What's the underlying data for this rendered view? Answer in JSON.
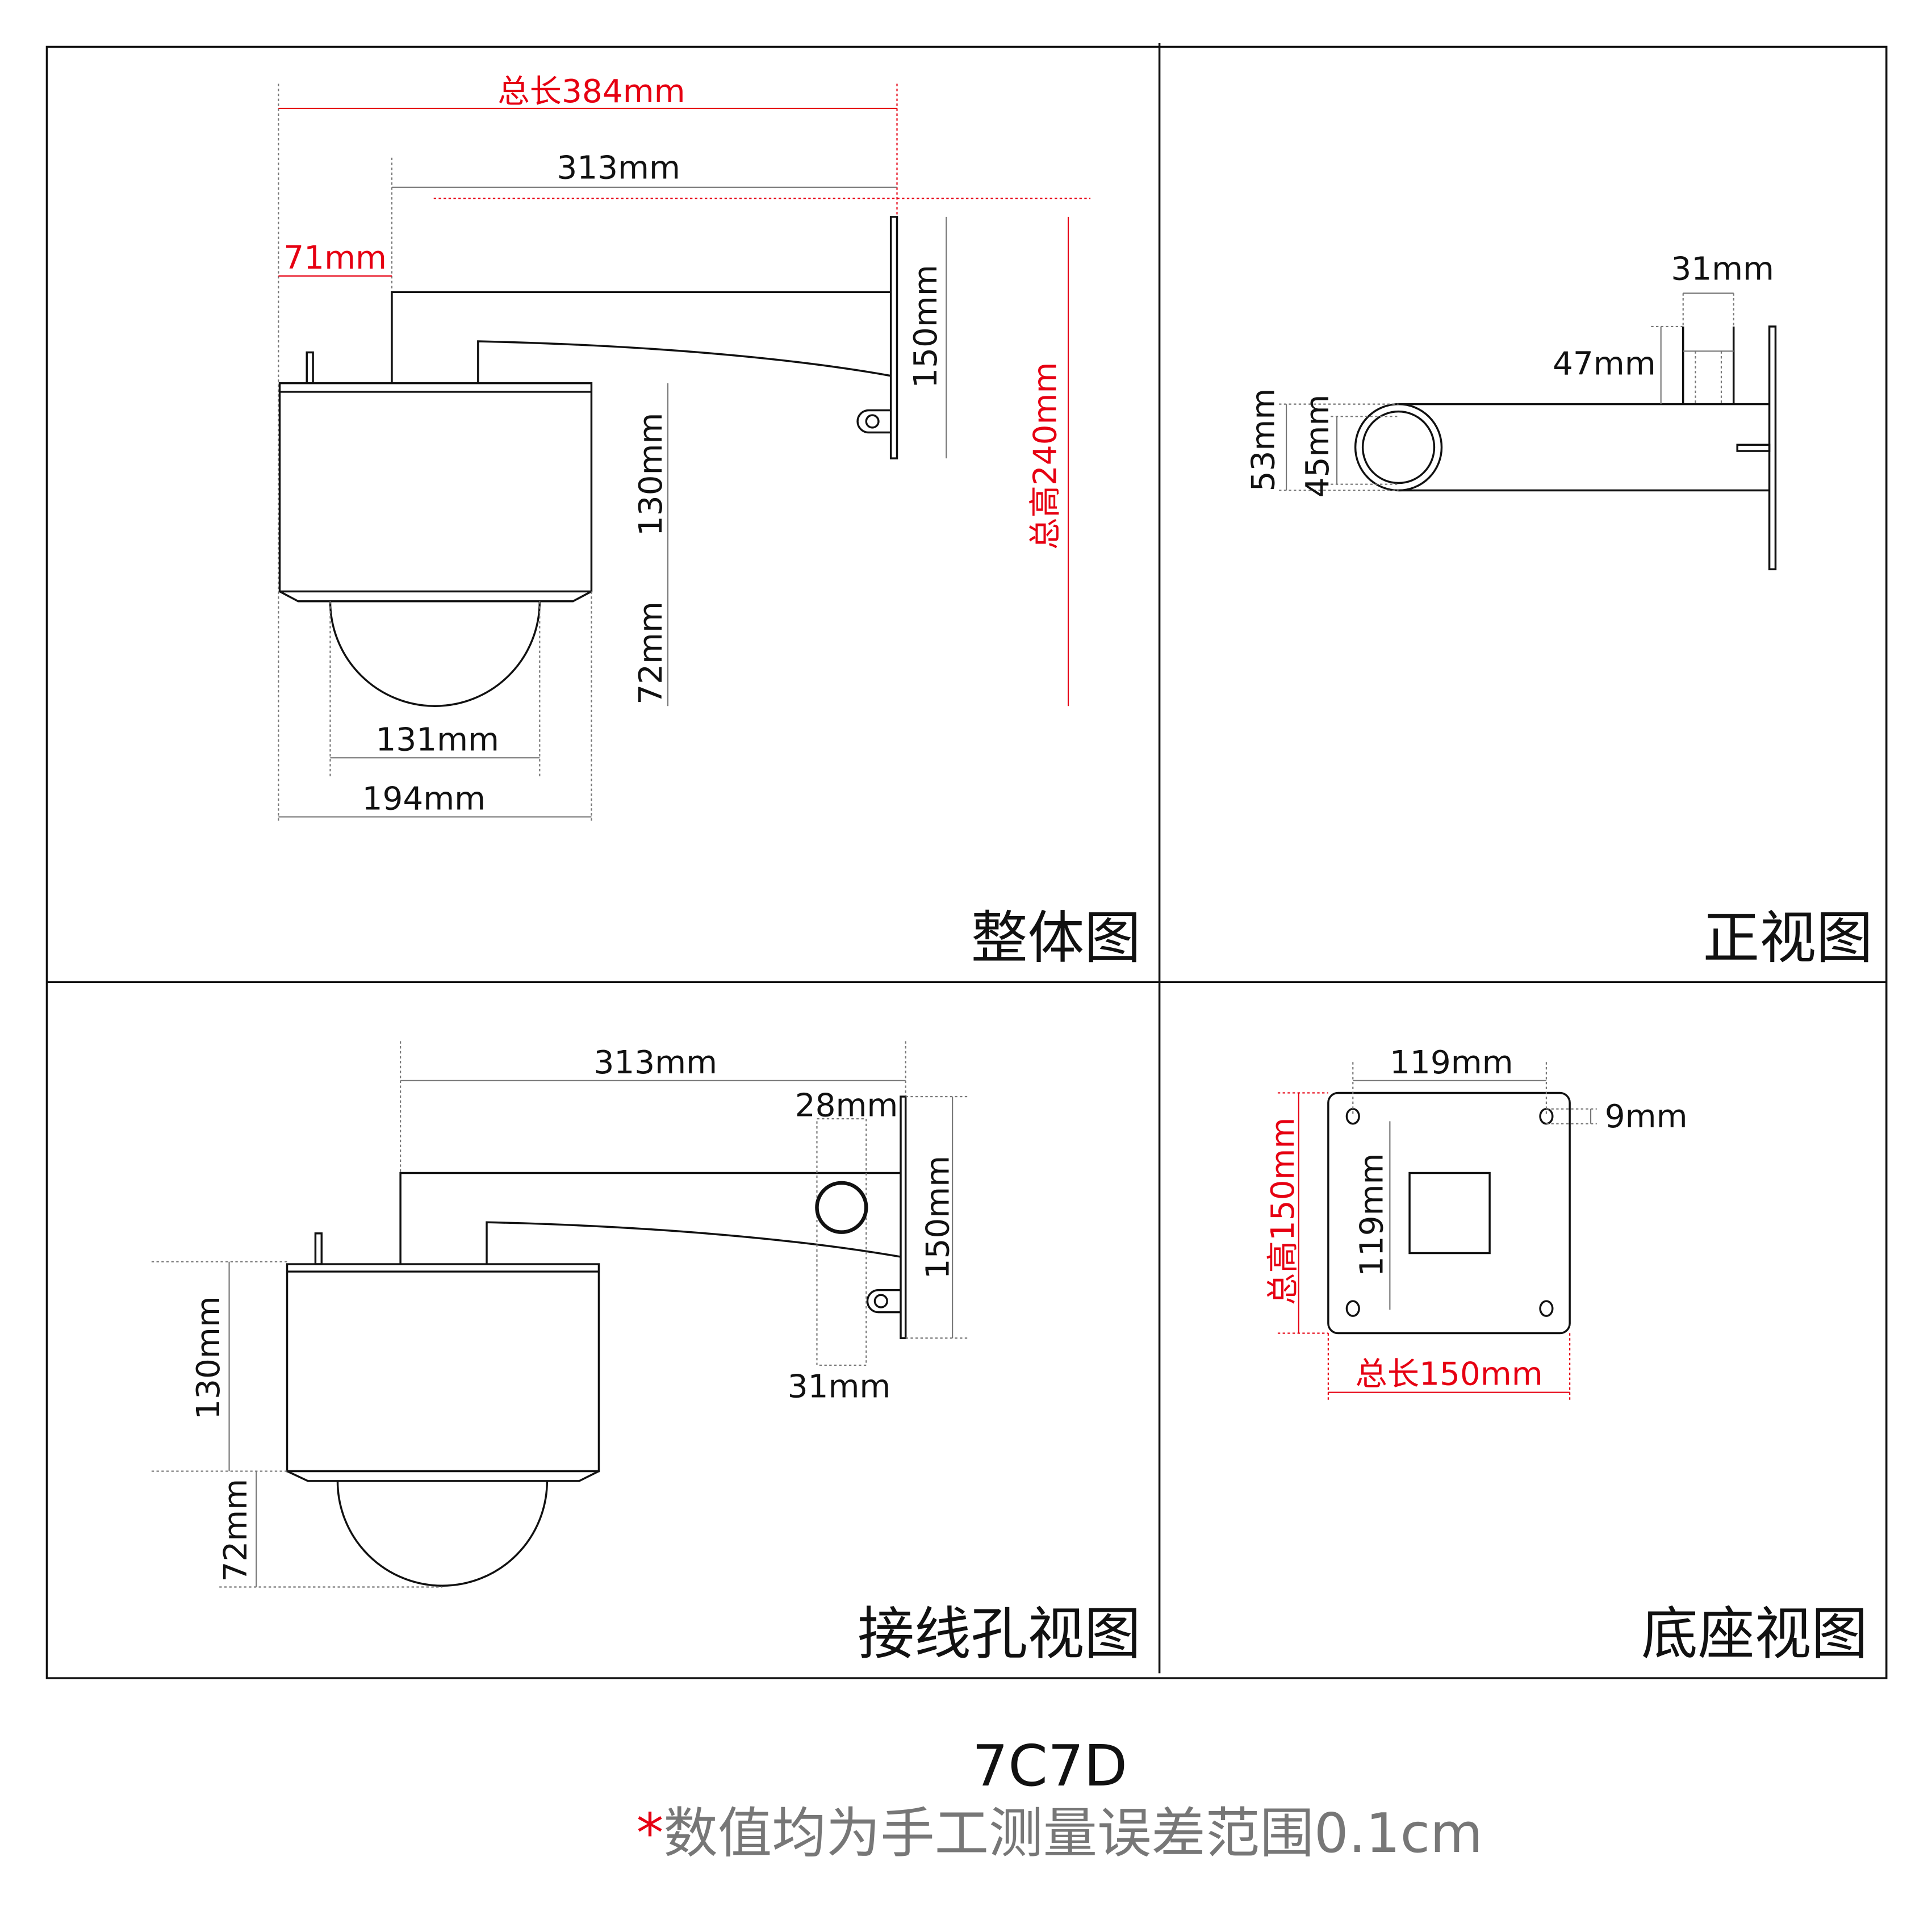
{
  "colors": {
    "accent_red": "#e60012",
    "line": "#111111",
    "note_gray": "#777777",
    "port_fill": "#999999"
  },
  "panels": {
    "overall": {
      "title": "整体图",
      "total_length": "总长384mm",
      "arm_length": "313mm",
      "offset": "71mm",
      "plate_height": "150mm",
      "total_height": "总高240mm",
      "housing_height": "130mm",
      "dome_height": "72mm",
      "dome_width": "131mm",
      "housing_width": "194mm"
    },
    "front": {
      "title": "正视图",
      "riser_width": "31mm",
      "riser_height": "47mm",
      "tube_outer": "53mm",
      "tube_inner": "45mm"
    },
    "wiring": {
      "title": "接线孔视图",
      "arm_length": "313mm",
      "hole_offset": "28mm",
      "hole_span": "31mm",
      "plate_height": "150mm",
      "housing_height": "130mm",
      "dome_height": "72mm"
    },
    "base": {
      "title": "底座视图",
      "hole_spacing_h": "119mm",
      "hole_spacing_v": "119mm",
      "hole_margin": "9mm",
      "total_height": "总高150mm",
      "total_length": "总长150mm"
    }
  },
  "footer": {
    "model": "7C7D",
    "asterisk": "*",
    "note": "数值均为手工测量误差范围0.1cm"
  }
}
